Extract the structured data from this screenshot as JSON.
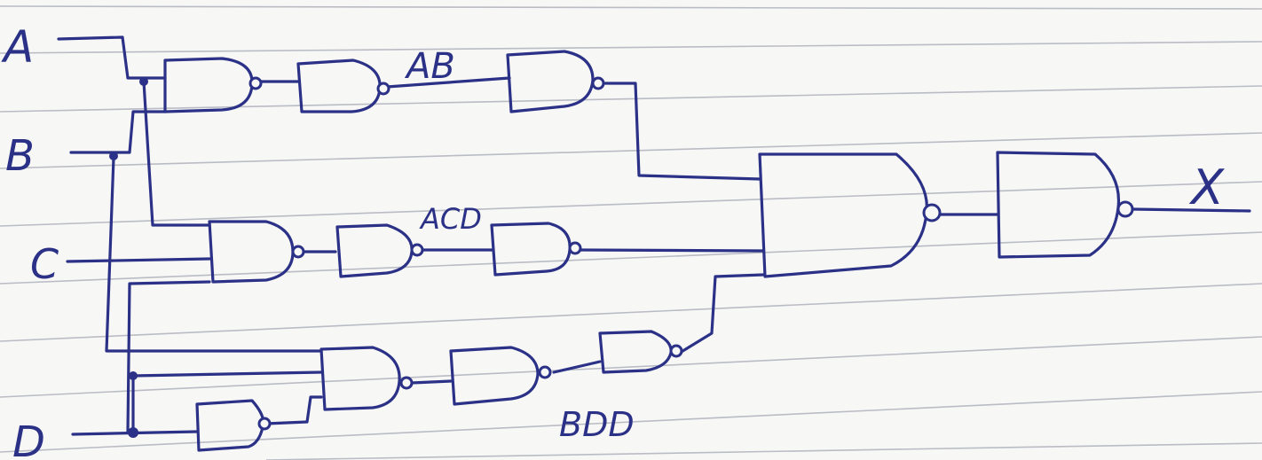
{
  "inputs": {
    "a": "A",
    "b": "B",
    "c": "C",
    "d": "D"
  },
  "labels": {
    "ab": "AB",
    "acd": "ACD",
    "bdd": "BDD"
  },
  "output": "X",
  "colors": {
    "ink": "#2b3187",
    "paper": "#f7f7f5",
    "ruling": "#b9bcc4"
  }
}
